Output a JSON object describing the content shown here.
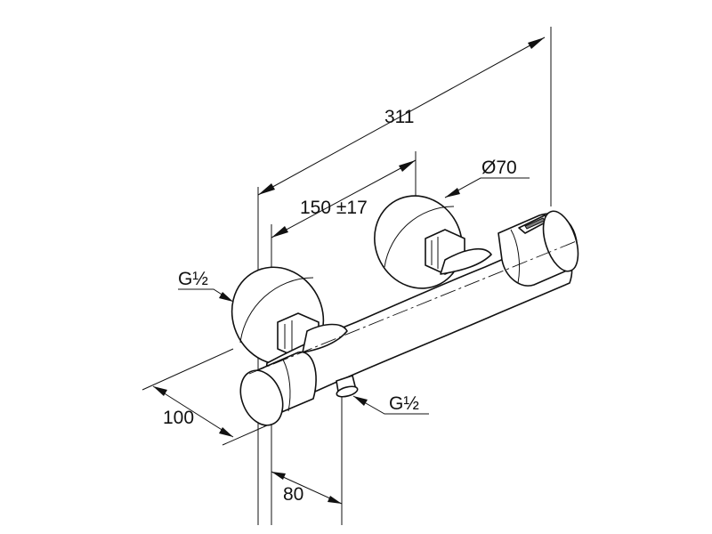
{
  "dimensions": {
    "overall_length": "311",
    "connection_spacing": "150 ±17",
    "escutcheon_diameter": "Ø70",
    "inlet_thread_left": "G½",
    "outlet_thread": "G½",
    "depth_from_wall": "100",
    "outlet_offset": "80"
  },
  "colors": {
    "line": "#111111",
    "background": "#ffffff"
  },
  "icons": {
    "part": "thermostatic-shower-mixer"
  }
}
